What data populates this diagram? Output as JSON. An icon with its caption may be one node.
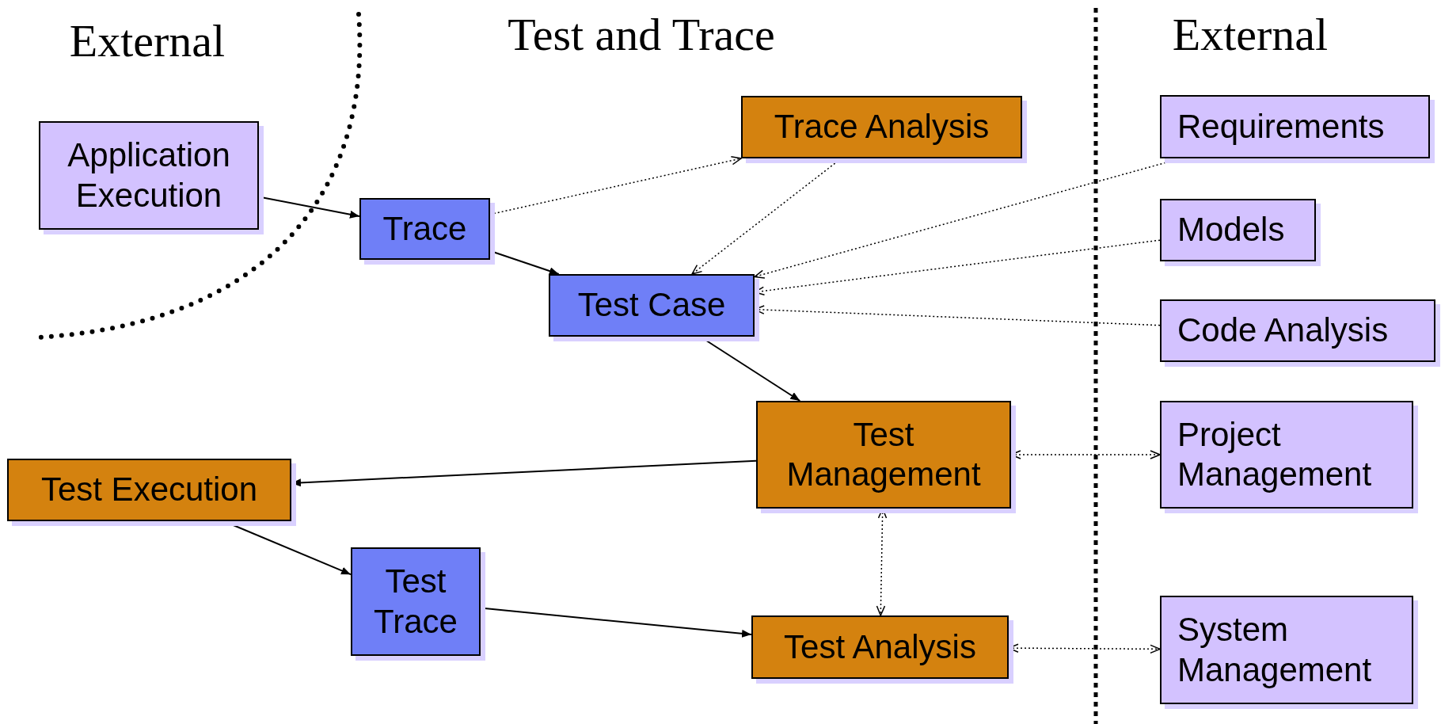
{
  "diagram": {
    "nodes": [
      {
        "text": [
          "Application Execution"
        ]
      },
      {
        "text": [
          "Trace"
        ]
      },
      {
        "text": [
          "Trace Analysis"
        ]
      },
      {
        "text": [
          "Test Case"
        ]
      },
      {
        "text": [
          "Requirements"
        ]
      },
      {
        "text": [
          "Models"
        ]
      },
      {
        "text": [
          "Code Analysis"
        ]
      },
      {
        "text": [
          "Test Management"
        ]
      },
      {
        "text": [
          "Project Management"
        ]
      },
      {
        "text": [
          "Test Execution"
        ]
      },
      {
        "text": [
          "Test Trace"
        ]
      },
      {
        "text": [
          "Test Analysis"
        ]
      },
      {
        "text": [
          "System Management"
        ]
      }
    ],
    "edges": [
      {
        "from": 0,
        "to": 1,
        "arrow": "to"
      },
      {
        "from": 1,
        "to": 2,
        "arrow": "to",
        "style": "dashed"
      },
      {
        "from": 2,
        "to": 3,
        "arrow": "to",
        "style": "dashed"
      },
      {
        "from": 1,
        "to": 3,
        "arrow": "to"
      },
      {
        "from": 4,
        "to": 3,
        "arrow": "to",
        "style": "dashed"
      },
      {
        "from": 5,
        "to": 3,
        "arrow": "to",
        "style": "dashed"
      },
      {
        "from": 6,
        "to": 3,
        "arrow": "to",
        "style": "dashed"
      },
      {
        "from": 3,
        "to": 7,
        "arrow": "to"
      },
      {
        "from": 7,
        "to": 9,
        "arrow": "to"
      },
      {
        "from": 9,
        "to": 10,
        "arrow": "to"
      },
      {
        "from": 10,
        "to": 11,
        "arrow": "to"
      },
      {
        "from": 7,
        "to": 8,
        "arrow": "both",
        "style": "dashed"
      },
      {
        "from": 7,
        "to": 11,
        "arrow": "both",
        "style": "dashed"
      },
      {
        "from": 11,
        "to": 12,
        "arrow": "both",
        "style": "dashed"
      }
    ],
    "labels": [
      "External",
      "Test and Trace",
      "External"
    ]
  }
}
